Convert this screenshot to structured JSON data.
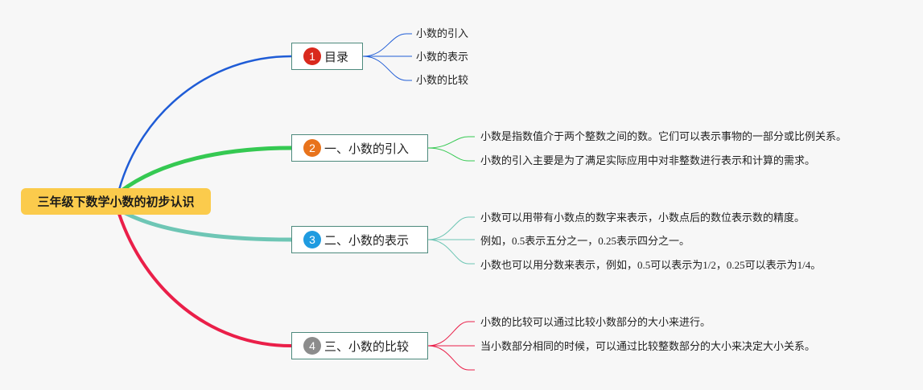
{
  "root": {
    "title": "三年级下数学小数的初步认识",
    "color": "#fbcb4c"
  },
  "topics": [
    {
      "num": "1",
      "label": "目录",
      "badge_color": "#d9291d",
      "branch_color": "#1f5cd6",
      "children": [
        "小数的引入",
        "小数的表示",
        "小数的比较"
      ]
    },
    {
      "num": "2",
      "label": "一、小数的引入",
      "badge_color": "#e8731c",
      "branch_color": "#35c952",
      "children": [
        "小数是指数值介于两个整数之间的数。它们可以表示事物的一部分或比例关系。",
        "小数的引入主要是为了满足实际应用中对非整数进行表示和计算的需求。"
      ]
    },
    {
      "num": "3",
      "label": "二、小数的表示",
      "badge_color": "#1f9be0",
      "branch_color": "#6ec6b5",
      "children": [
        "小数可以用带有小数点的数字来表示，小数点后的数位表示数的精度。",
        "例如，0.5表示五分之一，0.25表示四分之一。",
        "小数也可以用分数来表示，例如，0.5可以表示为1/2，0.25可以表示为1/4。"
      ]
    },
    {
      "num": "4",
      "label": "三、小数的比较",
      "badge_color": "#8c8c8c",
      "branch_color": "#ea1f49",
      "children": [
        "小数的比较可以通过比较小数部分的大小来进行。",
        "当小数部分相同的时候，可以通过比较整数部分的大小来决定大小关系。",
        ""
      ]
    }
  ]
}
